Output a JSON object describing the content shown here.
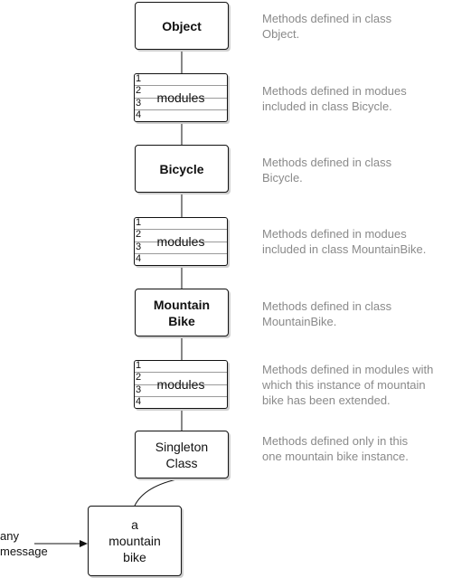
{
  "nodes": {
    "object": {
      "label": "Object"
    },
    "modules1": {
      "label": "modules",
      "rows": [
        "1",
        "2",
        "3",
        "4"
      ]
    },
    "bicycle": {
      "label": "Bicycle"
    },
    "modules2": {
      "label": "modules",
      "rows": [
        "1",
        "2",
        "3",
        "4"
      ]
    },
    "mountain_bike": {
      "label": "Mountain\nBike"
    },
    "modules3": {
      "label": "modules",
      "rows": [
        "1",
        "2",
        "3",
        "4"
      ]
    },
    "singleton": {
      "label": "Singleton\nClass"
    },
    "instance": {
      "label": "a\nmountain\nbike"
    }
  },
  "descriptions": {
    "object": "Methods defined in class\nObject.",
    "modules1": "Methods defined in modues\nincluded in class Bicycle.",
    "bicycle": "Methods defined in class\nBicycle.",
    "modules2": "Methods defined in modues\nincluded in class MountainBike.",
    "mountain_bike": "Methods defined in class\nMountainBike.",
    "modules3": "Methods defined in modules with\nwhich this instance of mountain\nbike has been extended.",
    "singleton": "Methods defined only in this\none mountain bike instance."
  },
  "message_label": "any\nmessage"
}
